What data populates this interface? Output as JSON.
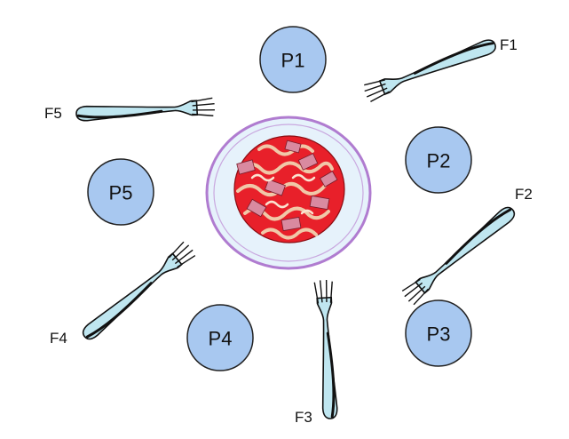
{
  "philosophers": [
    {
      "id": "p1",
      "label": "P1"
    },
    {
      "id": "p2",
      "label": "P2"
    },
    {
      "id": "p3",
      "label": "P3"
    },
    {
      "id": "p4",
      "label": "P4"
    },
    {
      "id": "p5",
      "label": "P5"
    }
  ],
  "forks": [
    {
      "id": "f1",
      "label": "F1"
    },
    {
      "id": "f2",
      "label": "F2"
    },
    {
      "id": "f3",
      "label": "F3"
    },
    {
      "id": "f4",
      "label": "F4"
    },
    {
      "id": "f5",
      "label": "F5"
    }
  ],
  "colors": {
    "philosopher_fill": "#a8c8f0",
    "philosopher_stroke": "#222222",
    "plate_rim": "#b07cd0",
    "plate_fill": "#e6f2fb",
    "sauce": "#e8202a",
    "pasta": "#f0c8a8",
    "fork_fill": "#bfe6f0",
    "fork_stroke": "#111111"
  }
}
